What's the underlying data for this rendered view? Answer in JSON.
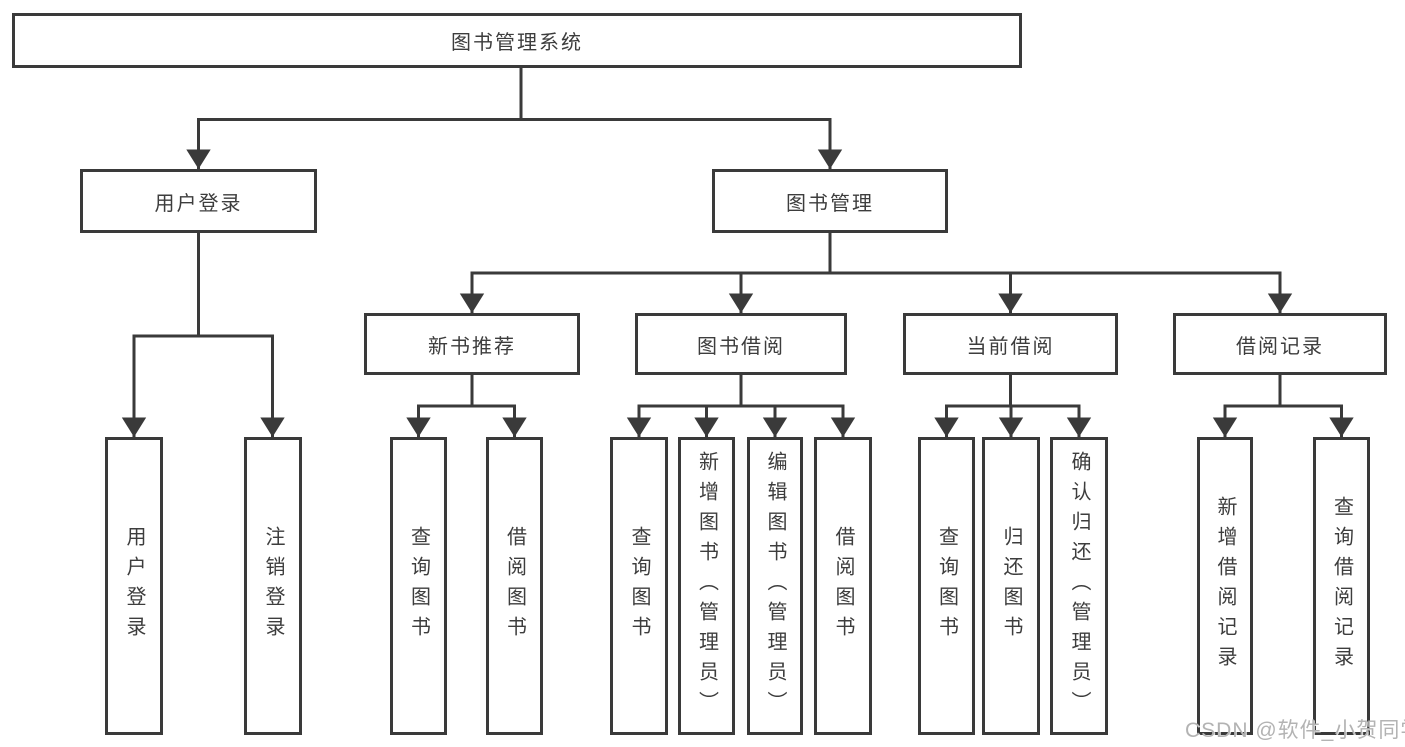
{
  "tree": {
    "root": {
      "label": "图书管理系统",
      "children": [
        {
          "label": "用户登录",
          "children": [
            {
              "label": "用户登录"
            },
            {
              "label": "注销登录"
            }
          ]
        },
        {
          "label": "图书管理",
          "children": [
            {
              "label": "新书推荐",
              "children": [
                {
                  "label": "查询图书"
                },
                {
                  "label": "借阅图书"
                }
              ]
            },
            {
              "label": "图书借阅",
              "children": [
                {
                  "label": "查询图书"
                },
                {
                  "label": "新增图书（管理员）"
                },
                {
                  "label": "编辑图书（管理员）"
                },
                {
                  "label": "借阅图书"
                }
              ]
            },
            {
              "label": "当前借阅",
              "children": [
                {
                  "label": "查询图书"
                },
                {
                  "label": "归还图书"
                },
                {
                  "label": "确认归还（管理员）"
                }
              ]
            },
            {
              "label": "借阅记录",
              "children": [
                {
                  "label": "新增借阅记录"
                },
                {
                  "label": "查询借阅记录"
                }
              ]
            }
          ]
        }
      ]
    }
  },
  "watermark": {
    "text": "CSDN @软件_小贺同学"
  },
  "colors": {
    "line": "#3a3a3a",
    "text": "#3d3d3d",
    "watermark": "#b3b3b3",
    "background": "#ffffff"
  }
}
